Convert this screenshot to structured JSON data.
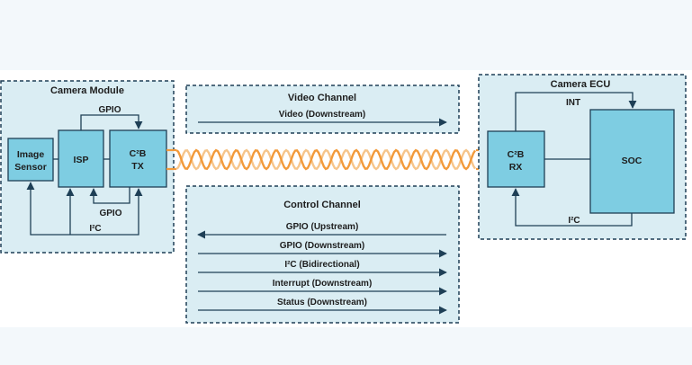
{
  "camera_module": {
    "title": "Camera Module",
    "image_sensor_line1": "Image",
    "image_sensor_line2": "Sensor",
    "isp_label": "ISP",
    "c2b_tx_line1": "C²B",
    "c2b_tx_line2": "TX",
    "gpio_top_label": "GPIO",
    "gpio_bottom_label": "GPIO",
    "i2c_label": "I²C"
  },
  "camera_ecu": {
    "title": "Camera ECU",
    "c2b_rx_line1": "C²B",
    "c2b_rx_line2": "RX",
    "soc_label": "SOC",
    "int_label": "INT",
    "i2c_label": "I²C"
  },
  "video_channel": {
    "title": "Video Channel",
    "items": [
      "Video (Downstream)"
    ]
  },
  "control_channel": {
    "title": "Control Channel",
    "items": [
      "GPIO (Upstream)",
      "GPIO (Downstream)",
      "I²C (Bidirectional)",
      "Interrupt (Downstream)",
      "Status (Downstream)"
    ]
  },
  "colors": {
    "panel_fill": "#daedf3",
    "block_fill": "#7ecde2",
    "line": "#1e3f56",
    "cable_orange": "#f29a3b",
    "cable_light": "#f6c58b"
  }
}
